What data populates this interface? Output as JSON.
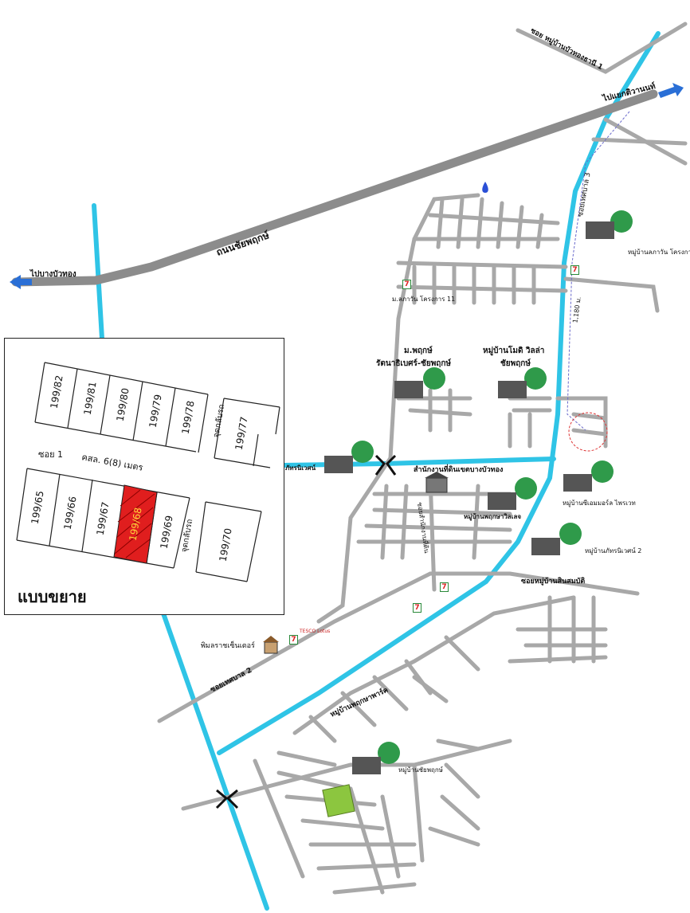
{
  "roads": {
    "main_highway": "ถนนชัยพฤกษ์",
    "to_bang_bua_thong": "ไปบางบัวทอง",
    "to_tiwanon": "ไปแยกติวานนท์",
    "soi_village_top": "ซอย หมู่บ้านบัวทองธานี 1",
    "soi_thesaban_3": "ซอยเทศบาล 3",
    "soi_thesaban_2": "ซอยเทศบาล 2",
    "soi_sinsombat": "ซอยหมู่บ้านสินสมบัติ",
    "distance": "1,180 ม."
  },
  "places": {
    "lahachan_village": "หมู่บ้านลภาวัน โครงการ",
    "lahachan_11": "ม.ลภาวัน โครงการ 11",
    "pleno_1": "ม.พฤกษ์",
    "pleno_2": "รัตนาธิเบศร์-ชัยพฤกษ์",
    "modi_1": "หมู่บ้านโมดิ วิลล่า",
    "modi_2": "ชัยพฤกษ์",
    "phatthara_nivet": "ภัทรนิเวศน์",
    "land_office": "สำนักงานที่ดินเขตบางบัวทอง",
    "soi_land_office": "ซอยสำนักงานที่ดิน",
    "pruksa_village": "หมู่บ้านพฤกษาวิลเลจ",
    "cmondel_village": "หมู่บ้านซีเอมมอร์ล ไพรเวท",
    "phatthara_2": "หมู่บ้านภัทรนิเวศน์ 2",
    "pimonrat_center": "พิมลราชเซ็นเตอร์",
    "tesco": "TESCO Lotus",
    "chaiyapruk_home": "หมู่บ้านชัยพฤกษ์",
    "phrueksa_park": "หมู่บ้านพฤกษาพาร์ค"
  },
  "inset": {
    "title": "แบบขยาย",
    "soi": "ซอย 1",
    "road_width": "คสล. 6(8) เมตร",
    "parking_top": "จุดกลับรถ",
    "parking_bottom": "จุดกลับรถ",
    "top_lots": [
      "199/82",
      "199/81",
      "199/80",
      "199/79",
      "199/78"
    ],
    "top_right_lot": "199/77",
    "bottom_lots": [
      "199/65",
      "199/66",
      "199/67",
      "199/68",
      "199/69"
    ],
    "bottom_right_lot": "199/70",
    "highlight_lot": "199/68"
  },
  "seven_eleven_label": "7",
  "colors": {
    "road": "#a8a8a8",
    "highway": "#8c8c8c",
    "canal": "#2fc4e6",
    "highlight": "#e01e1e",
    "target_green": "#8cc63f",
    "arrow": "#2a6fd6"
  }
}
